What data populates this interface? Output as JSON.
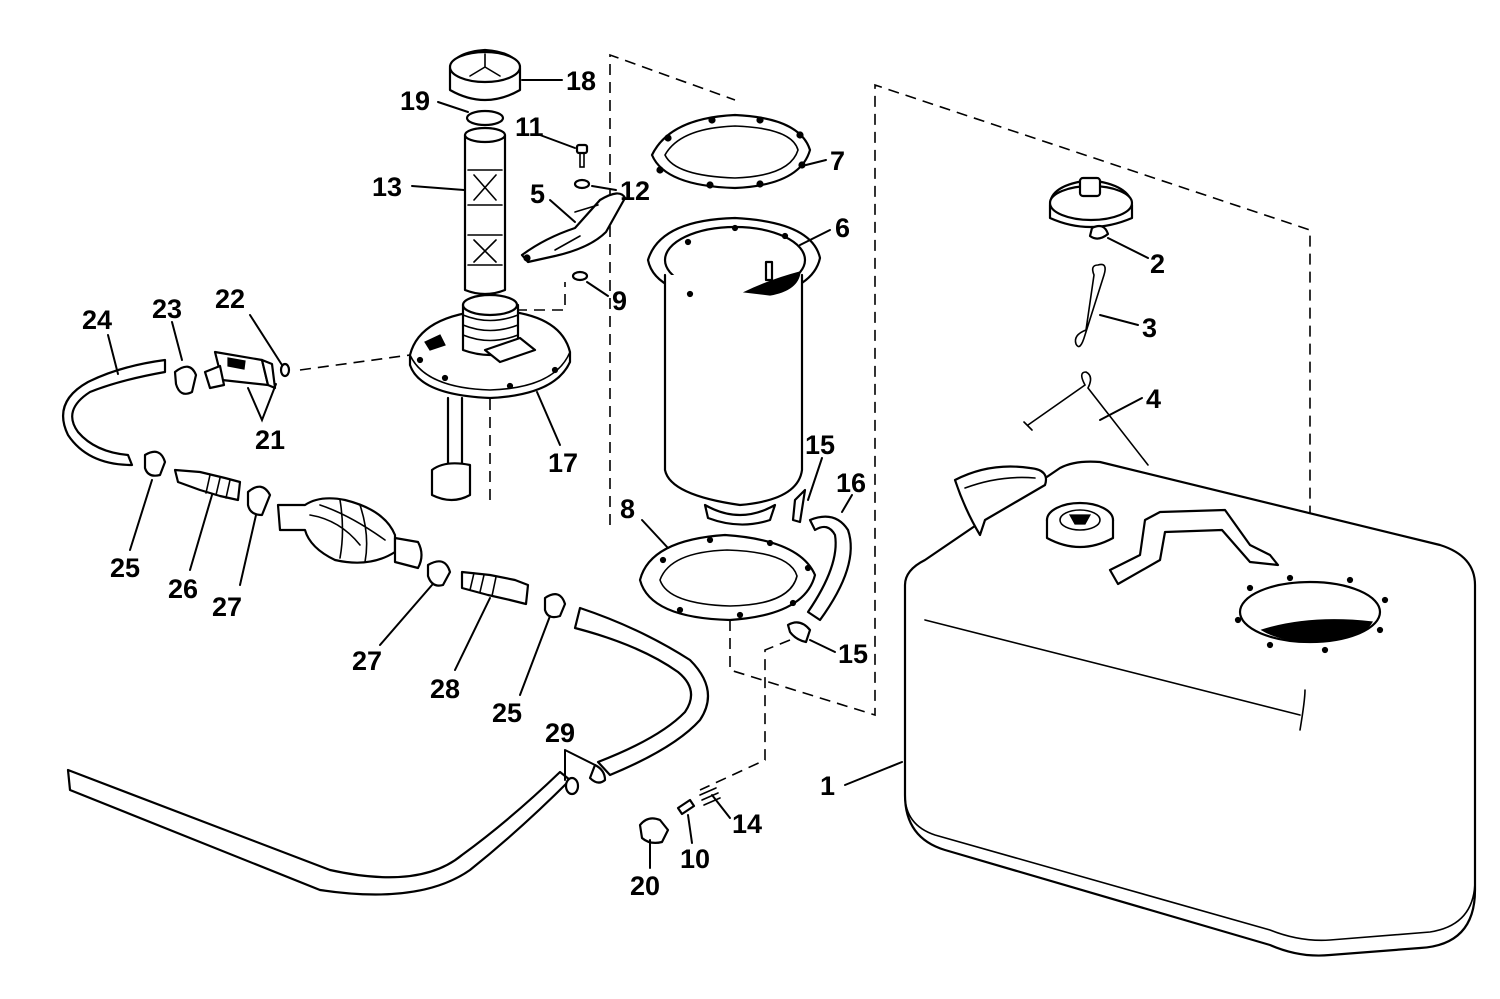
{
  "diagram": {
    "colors": {
      "ink": "#000000",
      "paper": "#ffffff"
    },
    "callouts": [
      {
        "id": "c1",
        "label": "1"
      },
      {
        "id": "c2",
        "label": "2"
      },
      {
        "id": "c3",
        "label": "3"
      },
      {
        "id": "c4",
        "label": "4"
      },
      {
        "id": "c5",
        "label": "5"
      },
      {
        "id": "c6",
        "label": "6"
      },
      {
        "id": "c7",
        "label": "7"
      },
      {
        "id": "c8",
        "label": "8"
      },
      {
        "id": "c9",
        "label": "9"
      },
      {
        "id": "c10",
        "label": "10"
      },
      {
        "id": "c11",
        "label": "11"
      },
      {
        "id": "c12",
        "label": "12"
      },
      {
        "id": "c13",
        "label": "13"
      },
      {
        "id": "c14",
        "label": "14"
      },
      {
        "id": "c15a",
        "label": "15"
      },
      {
        "id": "c15b",
        "label": "15"
      },
      {
        "id": "c16",
        "label": "16"
      },
      {
        "id": "c17",
        "label": "17"
      },
      {
        "id": "c18",
        "label": "18"
      },
      {
        "id": "c19",
        "label": "19"
      },
      {
        "id": "c20",
        "label": "20"
      },
      {
        "id": "c21",
        "label": "21"
      },
      {
        "id": "c22",
        "label": "22"
      },
      {
        "id": "c23",
        "label": "23"
      },
      {
        "id": "c24",
        "label": "24"
      },
      {
        "id": "c25a",
        "label": "25"
      },
      {
        "id": "c25b",
        "label": "25"
      },
      {
        "id": "c26",
        "label": "26"
      },
      {
        "id": "c27a",
        "label": "27"
      },
      {
        "id": "c27b",
        "label": "27"
      },
      {
        "id": "c28",
        "label": "28"
      },
      {
        "id": "c29",
        "label": "29"
      }
    ]
  }
}
